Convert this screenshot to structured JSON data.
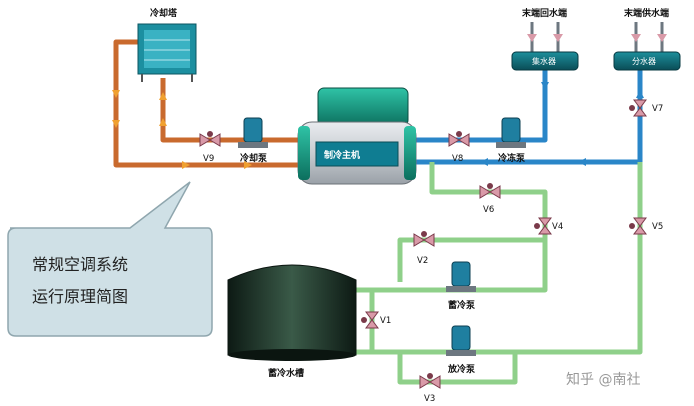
{
  "labels": {
    "cooling_tower": "冷却塔",
    "chiller": "制冷主机",
    "cooling_pump": "冷却泵",
    "chilled_pump": "冷冻泵",
    "storage_pump": "蓄冷泵",
    "discharge_pump": "放冷泵",
    "storage_tank": "蓄冷水槽",
    "return_end": "末端回水端",
    "supply_end": "末端供水端",
    "collector": "集水器",
    "distributor": "分水器"
  },
  "valves": {
    "v1": "V1",
    "v2": "V2",
    "v3": "V3",
    "v4": "V4",
    "v5": "V5",
    "v6": "V6",
    "v7": "V7",
    "v8": "V8",
    "v9": "V9"
  },
  "callout": {
    "line1": "常规空调系统",
    "line2": "运行原理简图"
  },
  "watermark": "知乎 @南社",
  "colors": {
    "cooling_pipe": "#c96a2e",
    "chilled_pipe": "#2a86c8",
    "storage_pipe": "#8fd08a",
    "chiller_body": "#1aa38a",
    "callout_fill": "#cfe0e6"
  }
}
